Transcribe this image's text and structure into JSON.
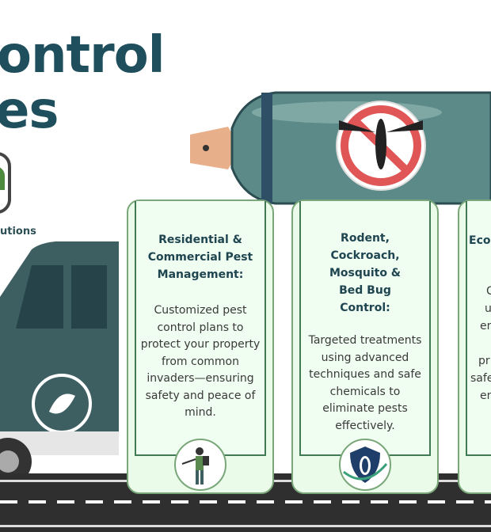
{
  "title": {
    "line1": "ontrol",
    "line2": "es"
  },
  "brand": {
    "text": "utions"
  },
  "cards": [
    {
      "heading": "Residential & Commercial Pest Management:",
      "body": "Customized pest control plans to protect your property from common invaders—ensuring safety and peace of mind.",
      "icon": "sprayer-worker-icon"
    },
    {
      "heading": "Rodent, Cockroach, Mosquito & Bed Bug Control:",
      "body": "Targeted treatments using advanced techniques and safe chemicals to eliminate pests effectively.",
      "icon": "cockroach-shield-icon"
    },
    {
      "heading": "Eco",
      "fragments": [
        "Co",
        "us",
        "en",
        "pr",
        "safe",
        "en"
      ]
    }
  ],
  "colors": {
    "title": "#1f4f5c",
    "truck": "#3e5f62",
    "card": "#eafbe9",
    "road": "#2f2f2f"
  }
}
